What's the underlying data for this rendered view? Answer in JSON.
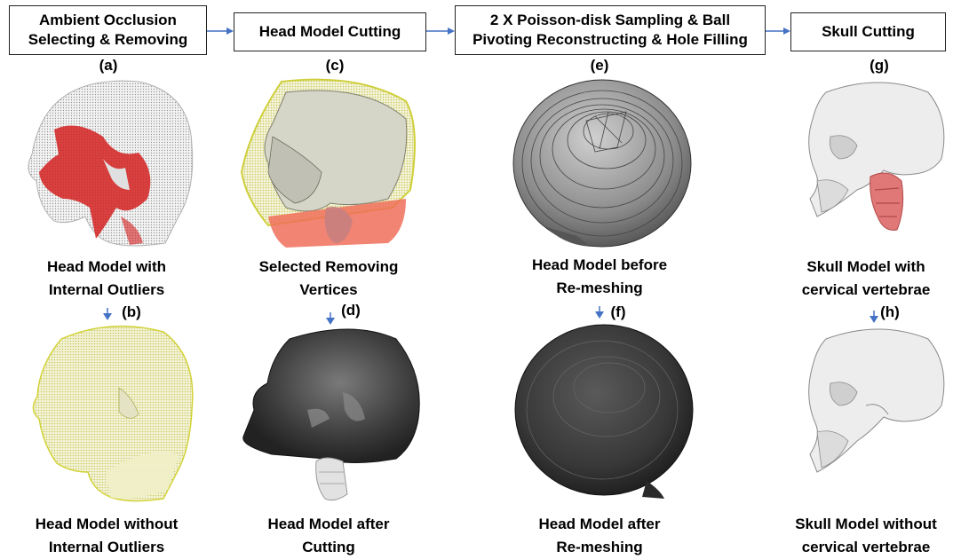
{
  "steps": [
    {
      "line1": "Ambient Occlusion",
      "line2": "Selecting & Removing"
    },
    {
      "line1": "Head Model Cutting",
      "line2": ""
    },
    {
      "line1": "2 X Poisson-disk Sampling & Ball",
      "line2": "Pivoting Reconstructing & Hole Filling"
    },
    {
      "line1": "Skull Cutting",
      "line2": ""
    }
  ],
  "panels": {
    "a": {
      "label": "(a)",
      "caption1": "Head Model with",
      "caption2": "Internal Outliers"
    },
    "b": {
      "label": "(b)",
      "caption1": "Head Model without",
      "caption2": "Internal Outliers"
    },
    "c": {
      "label": "(c)",
      "caption1": "Selected Removing",
      "caption2": "Vertices"
    },
    "d": {
      "label": "(d)",
      "caption1": "Head Model after",
      "caption2": "Cutting"
    },
    "e": {
      "label": "(e)",
      "caption1": "Head Model before",
      "caption2": "Re-meshing"
    },
    "f": {
      "label": "(f)",
      "caption1": "Head Model after",
      "caption2": "Re-meshing"
    },
    "g": {
      "label": "(g)",
      "caption1": "Skull Model with",
      "caption2": "cervical vertebrae"
    },
    "h": {
      "label": "(h)",
      "caption1": "Skull Model without",
      "caption2": "cervical vertebrae"
    }
  },
  "colors": {
    "arrow": "#4472c4",
    "outlier_red": "#d42020",
    "selection_yellow": "#d6d64a",
    "mesh_gray": "#4a4a4a",
    "bone": "#e8e8e8"
  }
}
